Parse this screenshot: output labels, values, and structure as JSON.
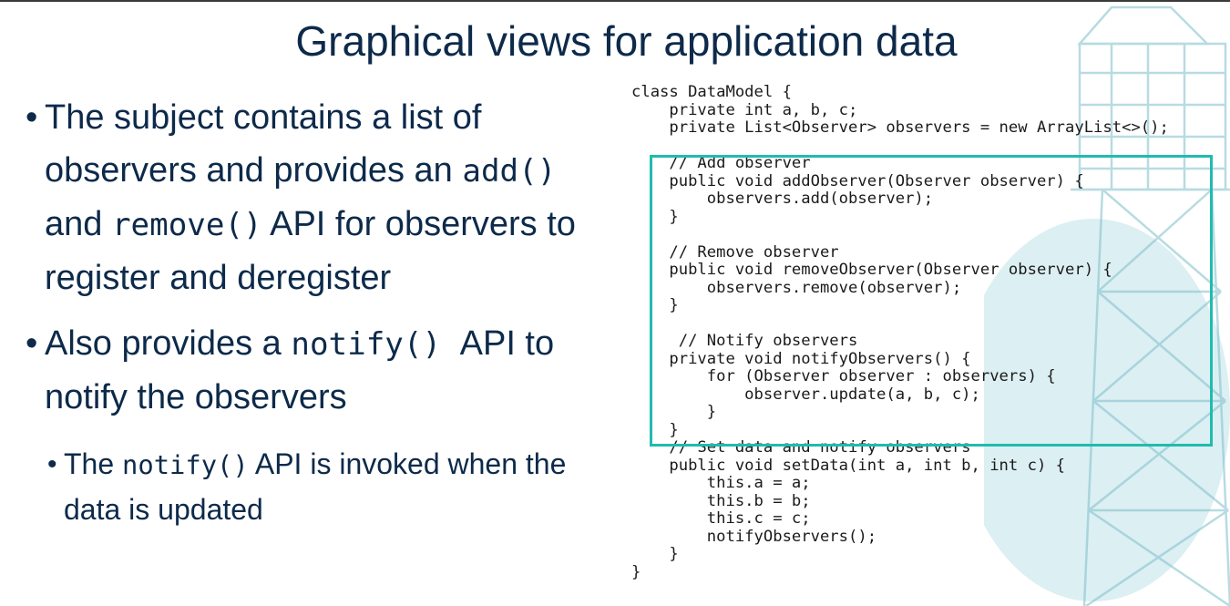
{
  "slide": {
    "title": "Graphical views for application data"
  },
  "bullets": [
    {
      "bullet": "•",
      "parts": [
        "The subject contains a list of observers and provides an ",
        "add()",
        " and ",
        "remove()",
        " API for observers to register and deregister"
      ]
    },
    {
      "bullet": "•",
      "parts": [
        "Also provides a ",
        "notify() ",
        " API to notify the observers"
      ]
    }
  ],
  "sub_bullet": {
    "bullet": "•",
    "parts": [
      "The ",
      "notify()",
      " API is invoked when the data is updated"
    ]
  },
  "code_lines": [
    "class DataModel {",
    "    private int a, b, c;",
    "    private List<Observer> observers = new ArrayList<>();",
    "",
    "    // Add observer",
    "    public void addObserver(Observer observer) {",
    "        observers.add(observer);",
    "    }",
    "",
    "    // Remove observer",
    "    public void removeObserver(Observer observer) {",
    "        observers.remove(observer);",
    "    }",
    "",
    "     // Notify observers",
    "    private void notifyObservers() {",
    "        for (Observer observer : observers) {",
    "            observer.update(a, b, c);",
    "        }",
    "    }",
    "    // Set data and notify observers",
    "    public void setData(int a, int b, int c) {",
    "        this.a = a;",
    "        this.b = b;",
    "        this.c = c;",
    "        notifyObservers();",
    "    }",
    "}"
  ],
  "colors": {
    "text": "#0d2a4a",
    "highlight": "#1fbcae",
    "watermark": "#6fb8c8"
  }
}
